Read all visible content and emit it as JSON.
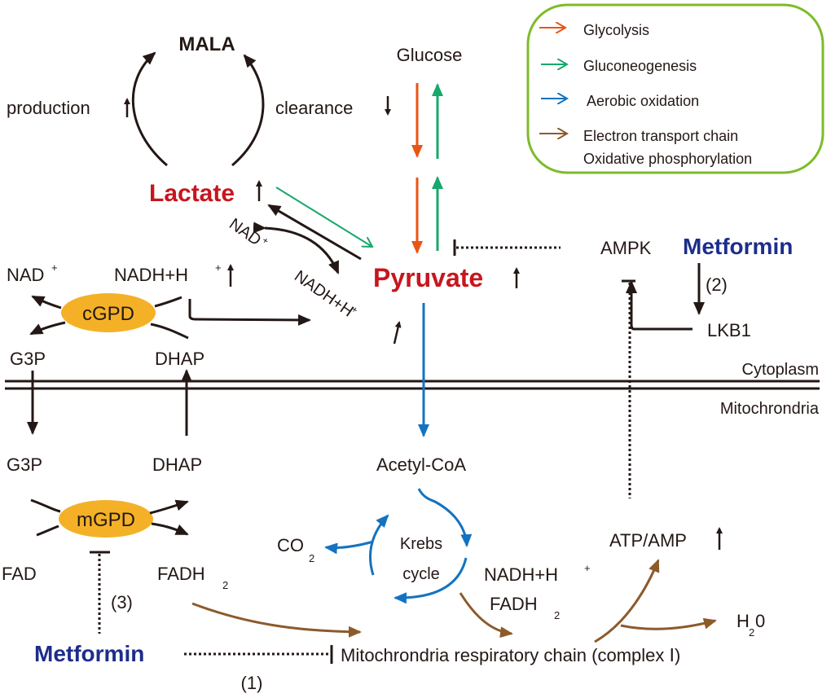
{
  "legend": {
    "items": [
      {
        "label": "Glycolysis",
        "color": "#e95513"
      },
      {
        "label": "Gluconeogenesis",
        "color": "#17a86b"
      },
      {
        "label": "Aerobic oxidation",
        "color": "#1473c0"
      },
      {
        "label": "Electron transport chain",
        "label2": "Oxidative phosphorylation",
        "color": "#8c5a2b"
      }
    ],
    "border_color": "#7dbb2a"
  },
  "colors": {
    "red_metabolite": "#c7161e",
    "metformin": "#1d2d8c",
    "enzyme_fill": "#f4b128",
    "black": "#231815"
  },
  "nodes": {
    "mala": "MALA",
    "production": "production",
    "clearance": "clearance",
    "lactate": "Lactate",
    "glucose": "Glucose",
    "pyruvate": "Pyruvate",
    "nad_plus_diag": "NAD",
    "nadh_diag": "NADH+H",
    "nad_plus_left": "NAD",
    "nadh_left": "NADH+H",
    "plus": "+",
    "cgpd": "cGPD",
    "g3p_top": "G3P",
    "dhap_top": "DHAP",
    "g3p_bottom": "G3P",
    "dhap_bottom": "DHAP",
    "mgpd": "mGPD",
    "fad": "FAD",
    "fadh2": "FADH",
    "sub2": "2",
    "ampk": "AMPK",
    "metformin_top": "Metformin",
    "label_2": "(2)",
    "lkb1": "LKB1",
    "cytoplasm": "Cytoplasm",
    "mitochondria": "Mitochrondria",
    "acetyl_coa": "Acetyl-CoA",
    "co2": "CO",
    "krebs1": "Krebs",
    "krebs2": "cycle",
    "nadh_krebs": "NADH+H",
    "fadh2_krebs": "FADH",
    "atp_amp": "ATP/AMP",
    "h2o": "H",
    "h2o_tail": "0",
    "label_3": "(3)",
    "metformin_bottom": "Metformin",
    "label_1": "(1)",
    "resp_chain": "Mitochrondria respiratory chain (complex Ⅰ)"
  }
}
